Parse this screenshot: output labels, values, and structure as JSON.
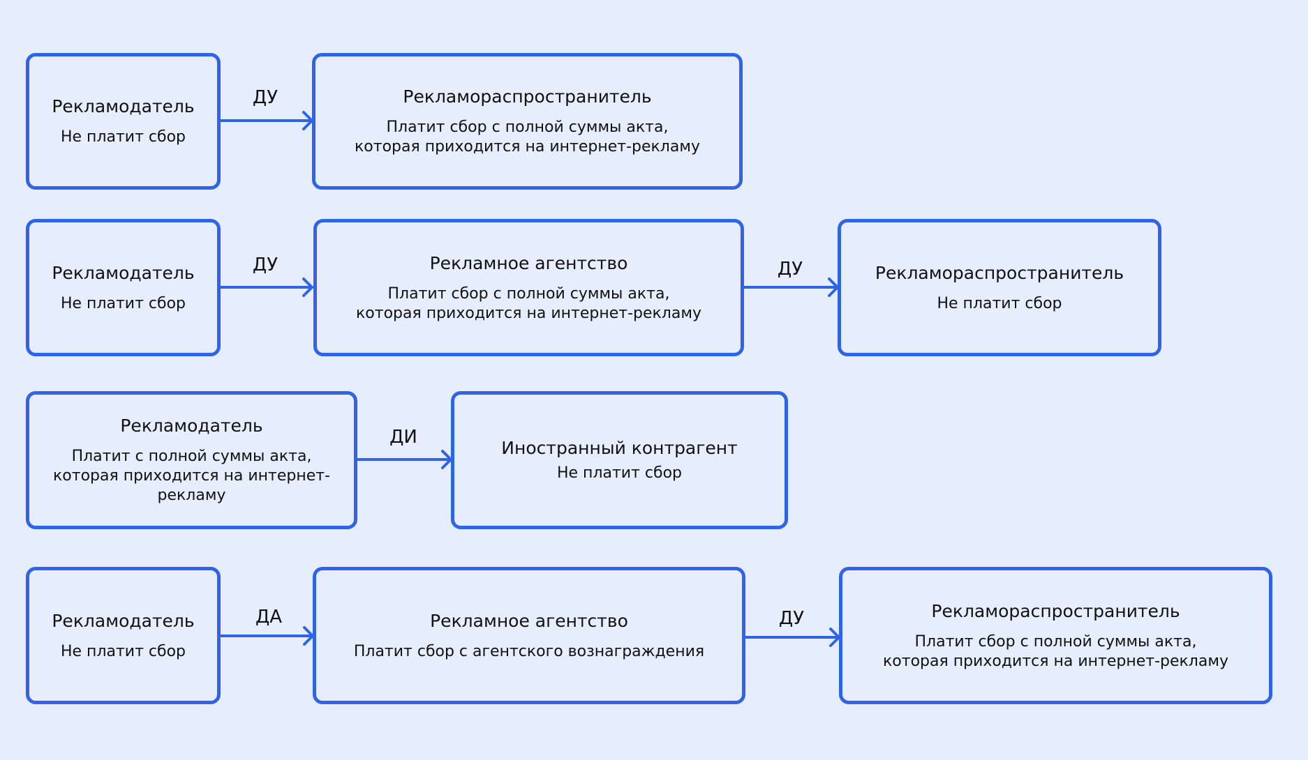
{
  "colors": {
    "background": "#e6eefd",
    "accent": "#2f63e8",
    "text": "#111111"
  },
  "rows": [
    {
      "nodes": [
        {
          "title": "Рекламодатель",
          "desc": "Не платит сбор"
        },
        {
          "title": "Рекламораспространитель",
          "desc": "Платит сбор с полной суммы акта, которая приходится на интернет-рекламу"
        }
      ],
      "edges": [
        {
          "label": "ДУ"
        }
      ]
    },
    {
      "nodes": [
        {
          "title": "Рекламодатель",
          "desc": "Не платит сбор"
        },
        {
          "title": "Рекламное агентство",
          "desc": "Платит сбор с полной суммы акта, которая приходится на интернет-рекламу"
        },
        {
          "title": "Рекламораспространитель",
          "desc": "Не платит сбор"
        }
      ],
      "edges": [
        {
          "label": "ДУ"
        },
        {
          "label": "ДУ"
        }
      ]
    },
    {
      "nodes": [
        {
          "title": "Рекламодатель",
          "desc": "Платит с полной суммы акта, которая приходится на интернет-рекламу"
        },
        {
          "title": "Иностранный контрагент",
          "desc": "Не платит сбор"
        }
      ],
      "edges": [
        {
          "label": "ДИ"
        }
      ]
    },
    {
      "nodes": [
        {
          "title": "Рекламодатель",
          "desc": "Не платит сбор"
        },
        {
          "title": "Рекламное агентство",
          "desc": "Платит сбор с агентского вознаграждения"
        },
        {
          "title": "Рекламораспространитель",
          "desc": "Платит сбор с полной суммы акта, которая приходится на интернет-рекламу"
        }
      ],
      "edges": [
        {
          "label": "ДА"
        },
        {
          "label": "ДУ"
        }
      ]
    }
  ]
}
